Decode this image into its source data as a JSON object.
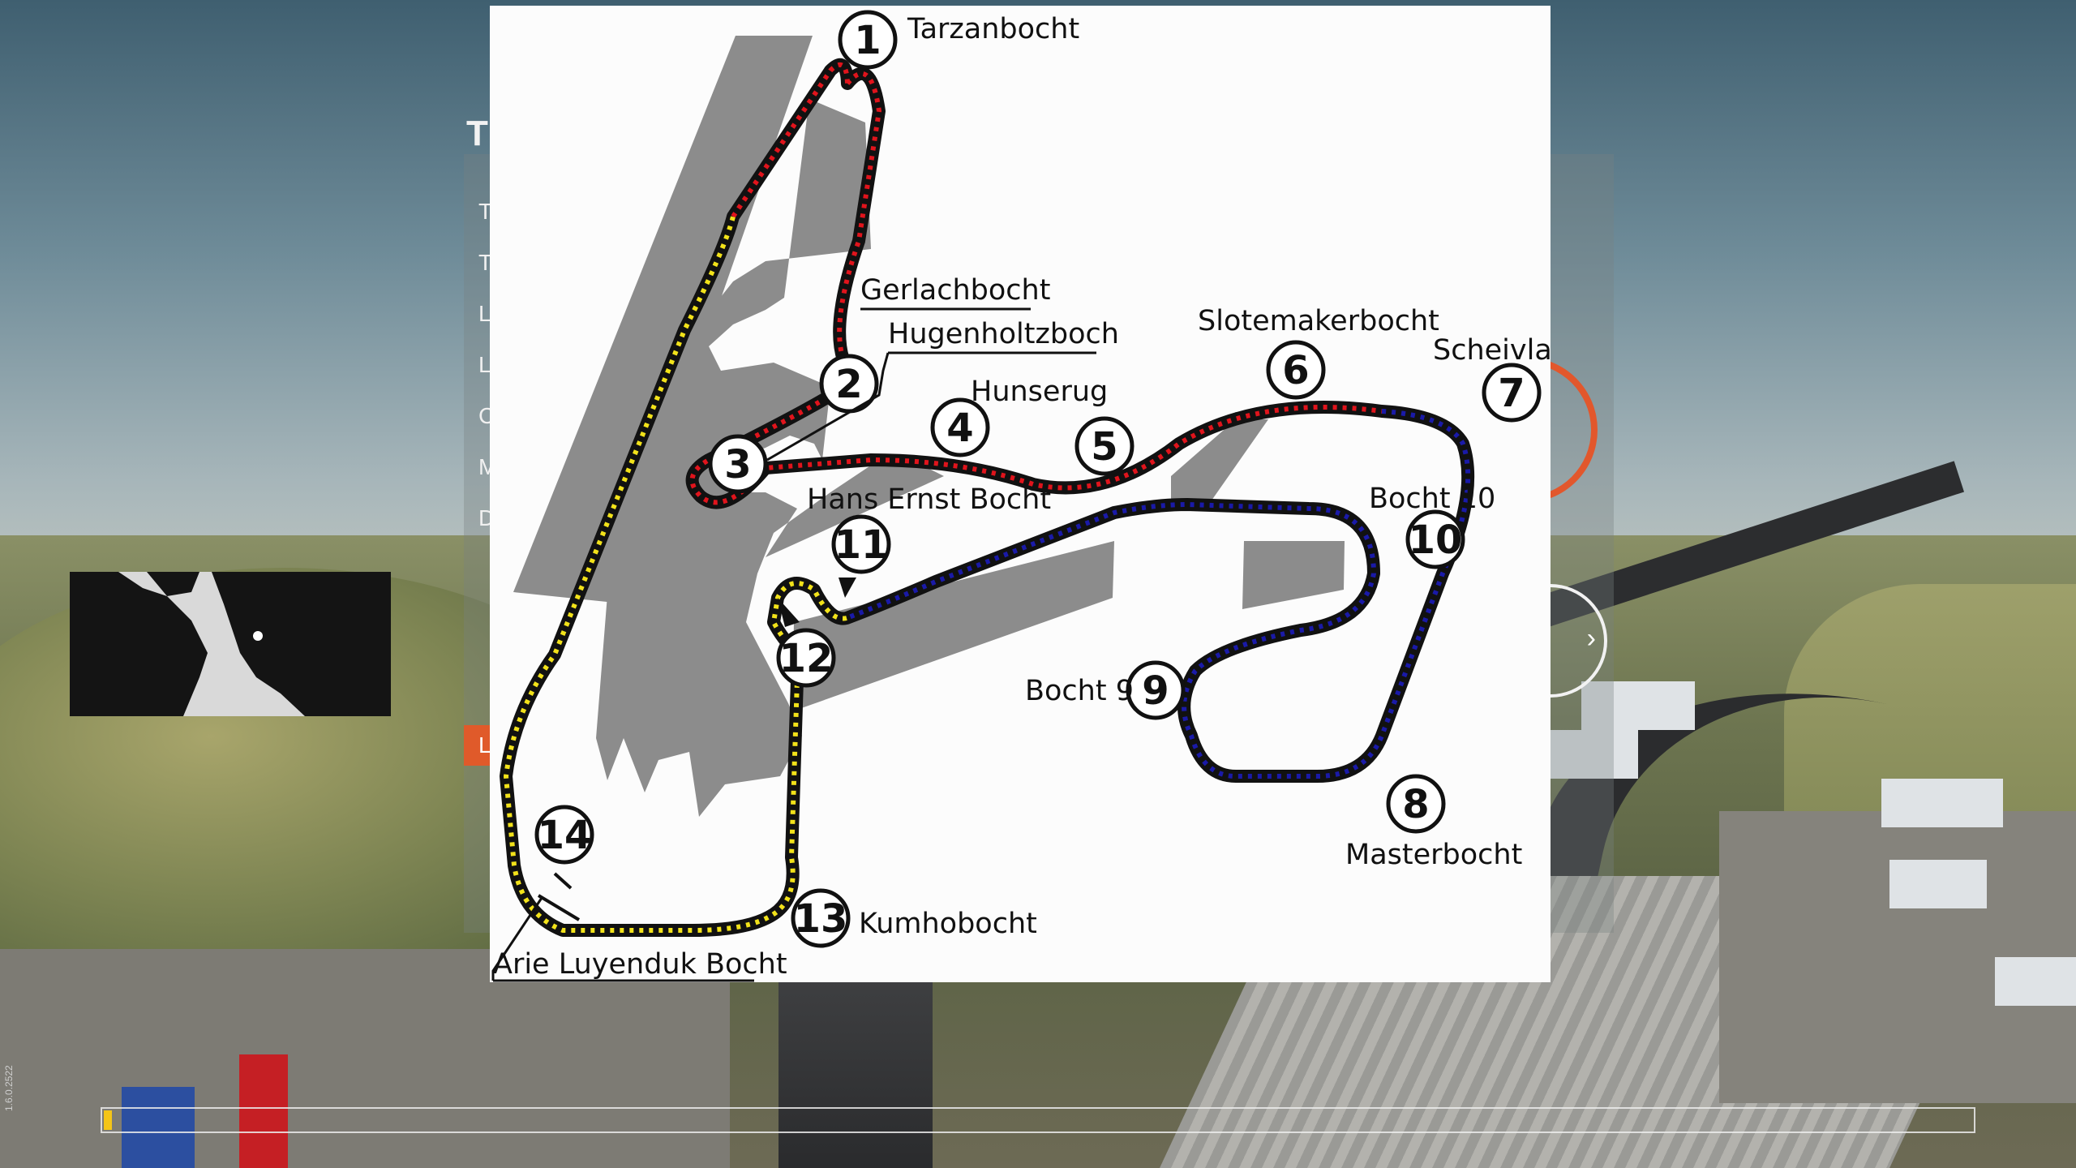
{
  "menu": {
    "title": "TR",
    "items": [
      "T",
      "T",
      "L",
      "L",
      "C",
      "M",
      "D"
    ],
    "launch_label": "L"
  },
  "loading": {
    "progress": 0.003,
    "version": "1.6.0.2522"
  },
  "track_map": {
    "corners": [
      {
        "num": "1",
        "name": "Tarzanbocht"
      },
      {
        "num": "2",
        "name": "Gerlachbocht"
      },
      {
        "num": "3",
        "name": "Hugenholtzboch"
      },
      {
        "num": "4",
        "name": "Hunserug"
      },
      {
        "num": "5",
        "name": ""
      },
      {
        "num": "6",
        "name": "Slotemakerbocht"
      },
      {
        "num": "7",
        "name": "Scheivlak"
      },
      {
        "num": "8",
        "name": "Masterbocht"
      },
      {
        "num": "9",
        "name": "Bocht 9"
      },
      {
        "num": "10",
        "name": "Bocht 10"
      },
      {
        "num": "11",
        "name": "Hans Ernst Bocht"
      },
      {
        "num": "12",
        "name": ""
      },
      {
        "num": "13",
        "name": "Kumhobocht"
      },
      {
        "num": "14",
        "name": "Arie Luyenduk Bocht"
      }
    ],
    "sector_colors": {
      "sector1": "#e0141c",
      "sector2": "#1a1aa8",
      "sector3": "#f2e21a",
      "track": "#111111",
      "paddock": "#8c8c8c"
    }
  }
}
